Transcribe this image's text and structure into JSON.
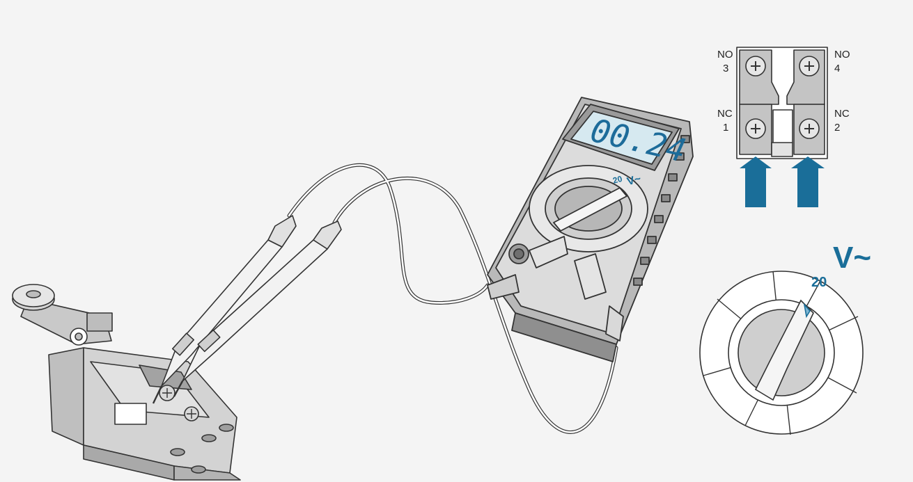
{
  "meter": {
    "display_value": "00.24",
    "dial_range_label": "20",
    "dial_mode_label": "V~"
  },
  "terminal_diagram": {
    "no3": {
      "type": "NO",
      "num": "3"
    },
    "no4": {
      "type": "NO",
      "num": "4"
    },
    "nc1": {
      "type": "NC",
      "num": "1"
    },
    "nc2": {
      "type": "NC",
      "num": "2"
    }
  },
  "dial_detail": {
    "mode_label": "V~",
    "range_label": "20"
  },
  "colors": {
    "accent_blue": "#1a6e99",
    "lcd_blue": "#1d6c9a",
    "lcd_bg": "#d6e9f0",
    "device_gray": "#c9c9c9",
    "background": "#f4f4f4"
  }
}
